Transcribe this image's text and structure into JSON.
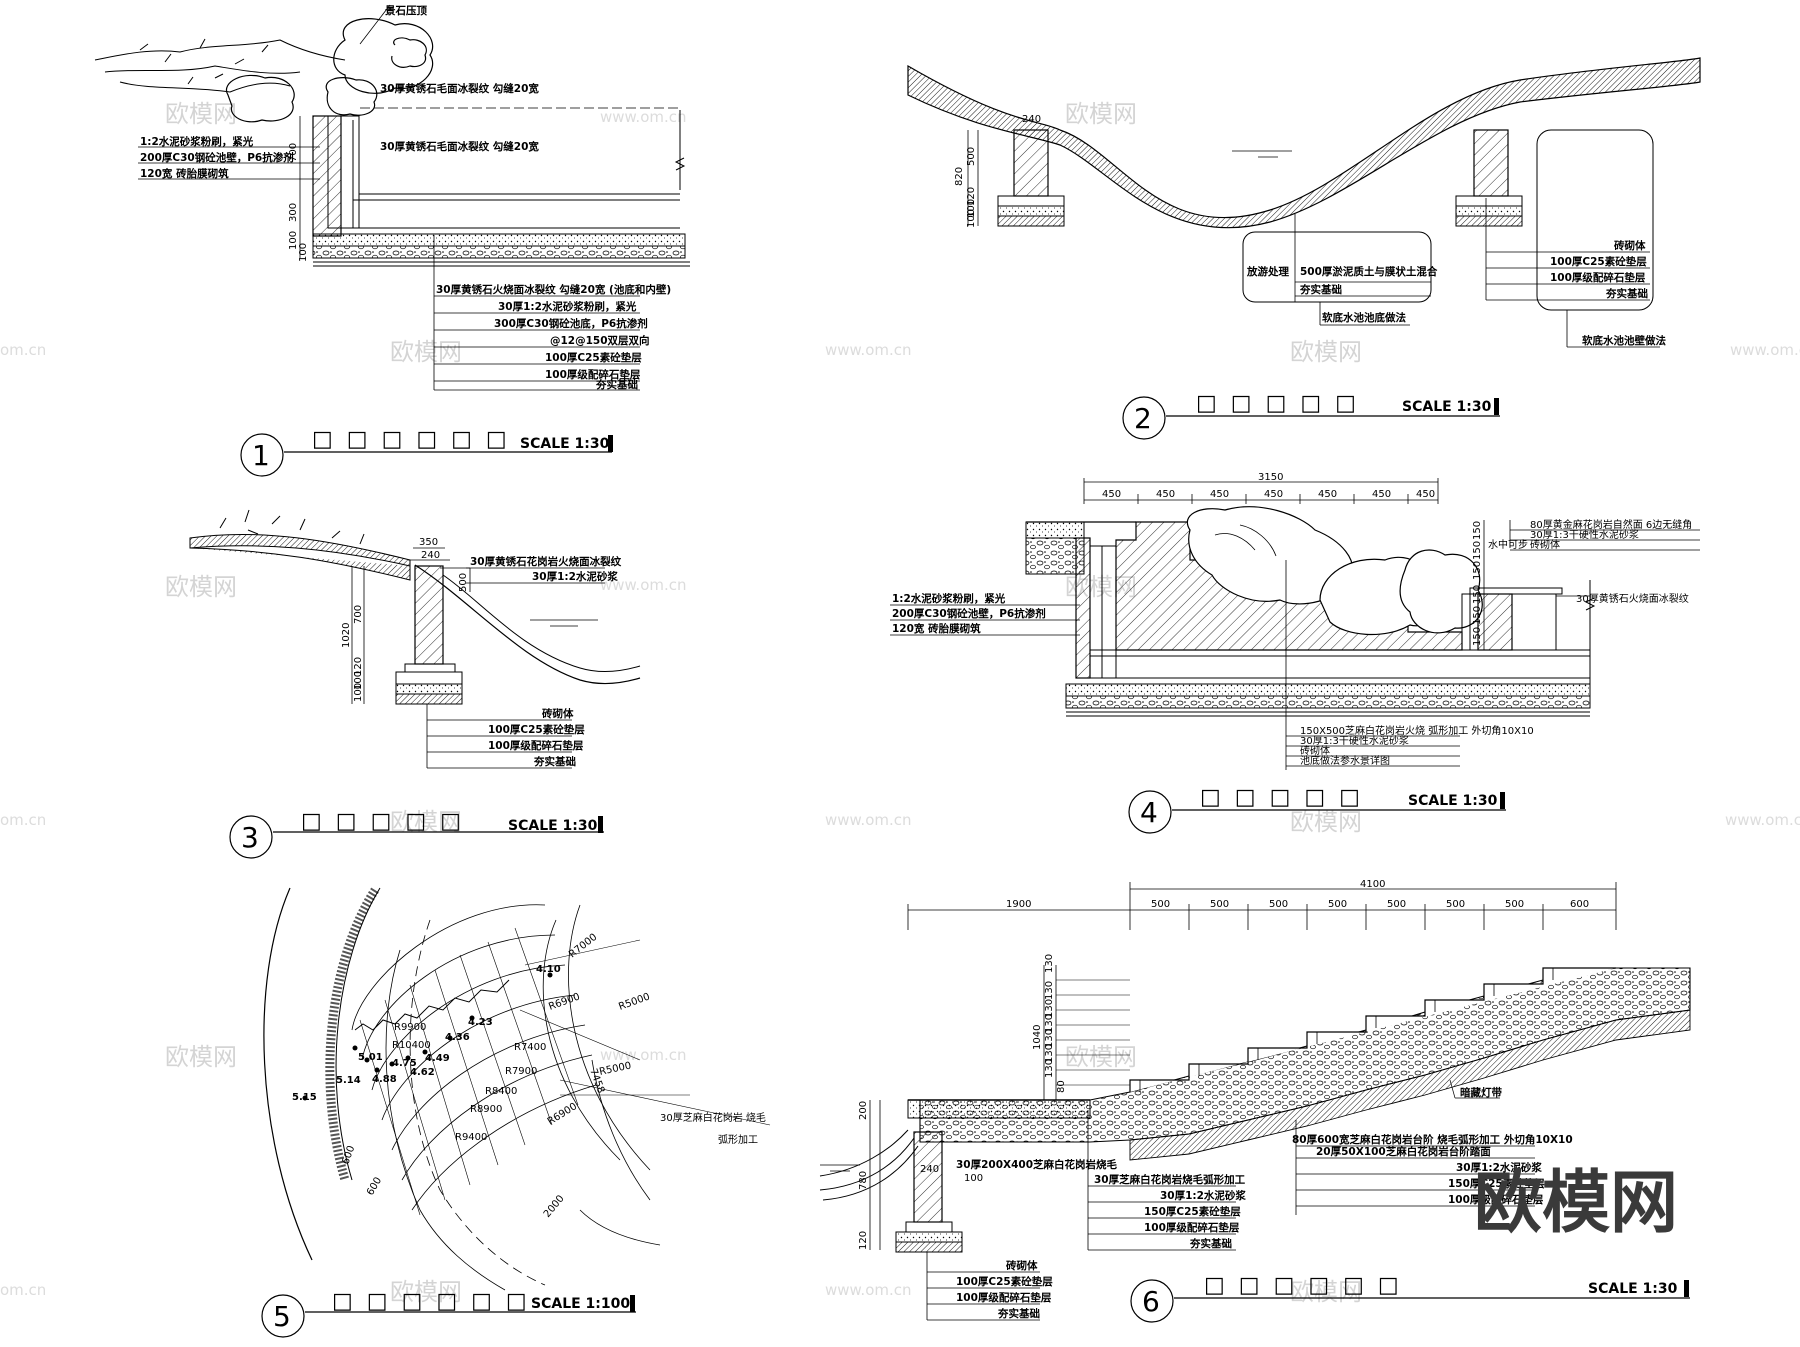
{
  "watermarks": {
    "brand": "欧模网",
    "url": "www.om.cn",
    "edge": "om.cn",
    "corner_logo": "欧模网"
  },
  "detail_1": {
    "number": "1",
    "title": "□□□□□□",
    "scale": "SCALE 1:30",
    "notes": {
      "top_stone": "景石压顶",
      "cap_a": "30厚黄锈石毛面冰裂纹 勾缝20宽",
      "cap_b": "30厚黄锈石毛面冰裂纹 勾缝20宽",
      "wall": [
        "1:2水泥砂浆粉刷，紧光",
        "200厚C30钢砼池壁，P6抗渗剂",
        "120宽 砖胎膜砌筑"
      ],
      "base": [
        "30厚黄锈石火烧面冰裂纹 勾缝20宽 (池底和内壁)",
        "30厚1:2水泥砂浆粉刷，紧光",
        "300厚C30钢砼池底，P6抗渗剂",
        "@12@150双层双向",
        "100厚C25素砼垫层",
        "100厚级配碎石垫层",
        "夯实基础"
      ]
    },
    "dims": [
      "700",
      "300",
      "100",
      "100"
    ]
  },
  "detail_2": {
    "number": "2",
    "title": "□□□□□",
    "scale": "SCALE 1:30",
    "dims": [
      "240",
      "500",
      "820",
      "120",
      "100",
      "100"
    ],
    "box_left": [
      "放游处理",
      "500厚淤泥质土与膜状土混合",
      "夯实基础"
    ],
    "box_left_caption": "软底水池池底做法",
    "box_right": [
      "砖砌体",
      "100厚C25素砼垫层",
      "100厚级配碎石垫层",
      "夯实基础"
    ],
    "box_right_caption": "软底水池池壁做法"
  },
  "detail_3": {
    "number": "3",
    "title": "□□□□□",
    "scale": "SCALE 1:30",
    "dims": [
      "350",
      "240",
      "700",
      "1020",
      "120",
      "100",
      "100",
      "500"
    ],
    "notes_top": [
      "30厚黄锈石花岗岩火烧面冰裂纹",
      "30厚1:2水泥砂浆"
    ],
    "notes_bottom": [
      "砖砌体",
      "100厚C25素砼垫层",
      "100厚级配碎石垫层",
      "夯实基础"
    ]
  },
  "detail_4": {
    "number": "4",
    "title": "□□□□□",
    "scale": "SCALE 1:30",
    "overall": "3150",
    "spans": [
      "450",
      "450",
      "450",
      "450",
      "450",
      "450",
      "450"
    ],
    "side_dims": [
      "150",
      "150",
      "150",
      "150",
      "150",
      "150"
    ],
    "notes_right": [
      "80厚黄金麻花岗岩自然面 6边无缝角",
      "30厚1:3干硬性水泥砂浆",
      "砖砌体"
    ],
    "water_label": "水中可步",
    "cap_right": "30厚黄锈石火烧面冰裂纹",
    "notes_left": [
      "1:2水泥砂浆粉刷，紧光",
      "200厚C30钢砼池壁，P6抗渗剂",
      "120宽 砖胎膜砌筑"
    ],
    "notes_bottom": [
      "150X500芝麻白花岗岩火烧 弧形加工 外切角10X10",
      "30厚1:3干硬性水泥砂浆",
      "砖砌体",
      "池底做法参水景详图"
    ]
  },
  "detail_5": {
    "number": "5",
    "title": "□□□□□□",
    "scale": "SCALE 1:100",
    "elevations": [
      "4.10",
      "4.23",
      "4.36",
      "4.49",
      "4.62",
      "4.75",
      "4.88",
      "5.01",
      "5.14",
      "5.15"
    ],
    "radii": [
      "R7000",
      "R6900",
      "R5000",
      "R9900",
      "R10400",
      "R7400",
      "R7900",
      "R8400",
      "R8900",
      "R9400",
      "R5000",
      "R6900"
    ],
    "dims": [
      "7458",
      "600",
      "600",
      "2000"
    ],
    "note": "30厚芝麻白花岗岩 烧毛",
    "note2": "弧形加工"
  },
  "detail_6": {
    "number": "6",
    "title": "□□□□□□",
    "scale": "SCALE 1:30",
    "overall_right": "4100",
    "left_span": "1900",
    "spans": [
      "500",
      "500",
      "500",
      "500",
      "500",
      "500",
      "500",
      "600"
    ],
    "rises": [
      "130",
      "130",
      "130",
      "130",
      "130",
      "130",
      "130",
      "80"
    ],
    "total_rise": "1040",
    "side_dims": [
      "200",
      "780",
      "120"
    ],
    "bottom_dims": [
      "240",
      "100"
    ],
    "light": "暗藏灯带",
    "notes_right": [
      "80厚600宽芝麻白花岗岩台阶 烧毛弧形加工 外切角10X10",
      "20厚50X100芝麻白花岗岩台阶踏面",
      "30厚1:2水泥砂浆",
      "150厚C25素砼垫层",
      "100厚级配碎石垫层"
    ],
    "notes_mid_head": "30厚200X400芝麻白花岗岩烧毛",
    "notes_mid": [
      "30厚芝麻白花岗岩烧毛弧形加工",
      "30厚1:2水泥砂浆",
      "150厚C25素砼垫层",
      "100厚级配碎石垫层",
      "夯实基础"
    ],
    "notes_bottom": [
      "砖砌体",
      "100厚C25素砼垫层",
      "100厚级配碎石垫层",
      "夯实基础"
    ]
  }
}
